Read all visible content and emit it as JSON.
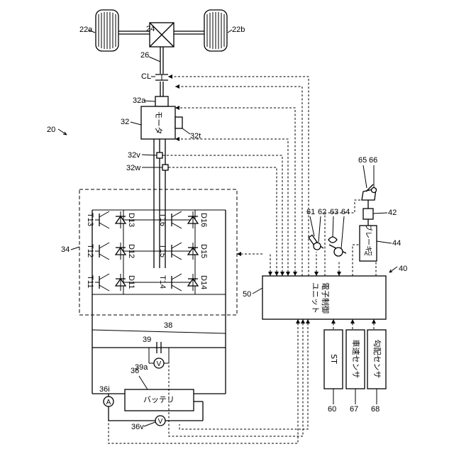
{
  "figure_ref": "20",
  "wheels": {
    "left_ref": "22a",
    "right_ref": "22b"
  },
  "differential_ref": "24",
  "shaft_ref": "26",
  "clutch": {
    "ref": "CL"
  },
  "motor": {
    "ref": "32",
    "shaft_ref": "32a",
    "sensor_ref": "32t",
    "label": "モータ"
  },
  "sensors": {
    "v_ref": "32v",
    "w_ref": "32w"
  },
  "inverter": {
    "ref": "34",
    "transistors": [
      "T11",
      "T12",
      "T13",
      "T14",
      "T15",
      "T16"
    ],
    "diodes": [
      "D11",
      "D12",
      "D13",
      "D14",
      "D15",
      "D16"
    ]
  },
  "power_lines_ref": "38",
  "capacitor": {
    "ref": "39",
    "voltmeter_ref": "39a"
  },
  "battery": {
    "ref": "36",
    "label": "バッテリ",
    "current_ref": "36i",
    "voltage_ref": "36v"
  },
  "meter": {
    "ammeter": "A",
    "voltmeter": "V"
  },
  "ecu": {
    "ref": "50",
    "label_line1": "電子制御",
    "label_line2": "ユニット"
  },
  "brake_system": {
    "ref": "40",
    "actuator_ref": "44",
    "actuator_label": "ブレーキ",
    "actuator_sub": "Act",
    "master_ref": "42",
    "pedal_ref": "65",
    "pedal_sensor_ref": "66"
  },
  "pedals": {
    "accel_ref": "61",
    "accel_sensor_ref": "62",
    "brake_ref": "63",
    "brake_sensor_ref": "64"
  },
  "input_sensors": [
    {
      "ref": "60",
      "label": "ST"
    },
    {
      "ref": "67",
      "label": "車速センサ"
    },
    {
      "ref": "68",
      "label": "勾配センサ"
    }
  ]
}
